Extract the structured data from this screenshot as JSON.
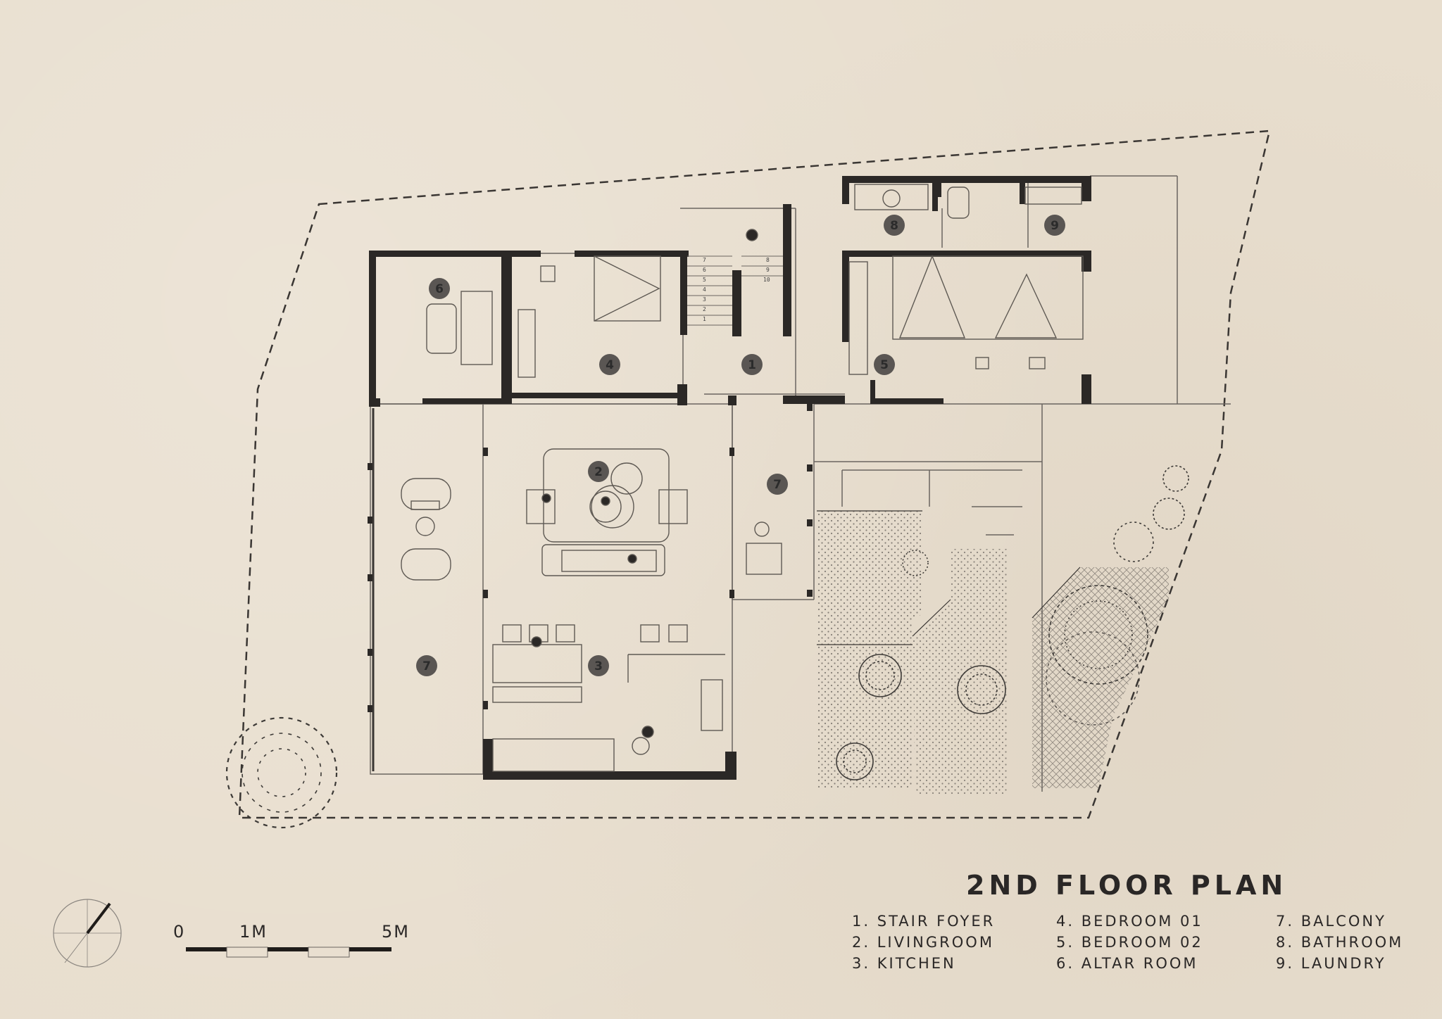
{
  "title": "2ND FLOOR PLAN",
  "legend": [
    [
      {
        "num": "1.",
        "label": "STAIR FOYER"
      },
      {
        "num": "2.",
        "label": "LIVINGROOM"
      },
      {
        "num": "3.",
        "label": "KITCHEN"
      }
    ],
    [
      {
        "num": "4.",
        "label": "BEDROOM 01"
      },
      {
        "num": "5.",
        "label": "BEDROOM 02"
      },
      {
        "num": "6.",
        "label": "ALTAR ROOM"
      }
    ],
    [
      {
        "num": "7.",
        "label": "BALCONY"
      },
      {
        "num": "8.",
        "label": "BATHROOM"
      },
      {
        "num": "9.",
        "label": "LAUNDRY"
      }
    ]
  ],
  "scale_bar": {
    "labels": [
      "0",
      "1M",
      "5M"
    ]
  },
  "room_markers": [
    "1",
    "2",
    "3",
    "4",
    "5",
    "6",
    "7",
    "7",
    "8",
    "9"
  ],
  "stair_numbers": [
    "7",
    "6",
    "5",
    "4",
    "3",
    "2",
    "1",
    "8",
    "9",
    "10"
  ],
  "colors": {
    "wall": "#2b2826",
    "line": "#6a6560",
    "marker": "#5a5653",
    "paper": "#e8dece"
  }
}
